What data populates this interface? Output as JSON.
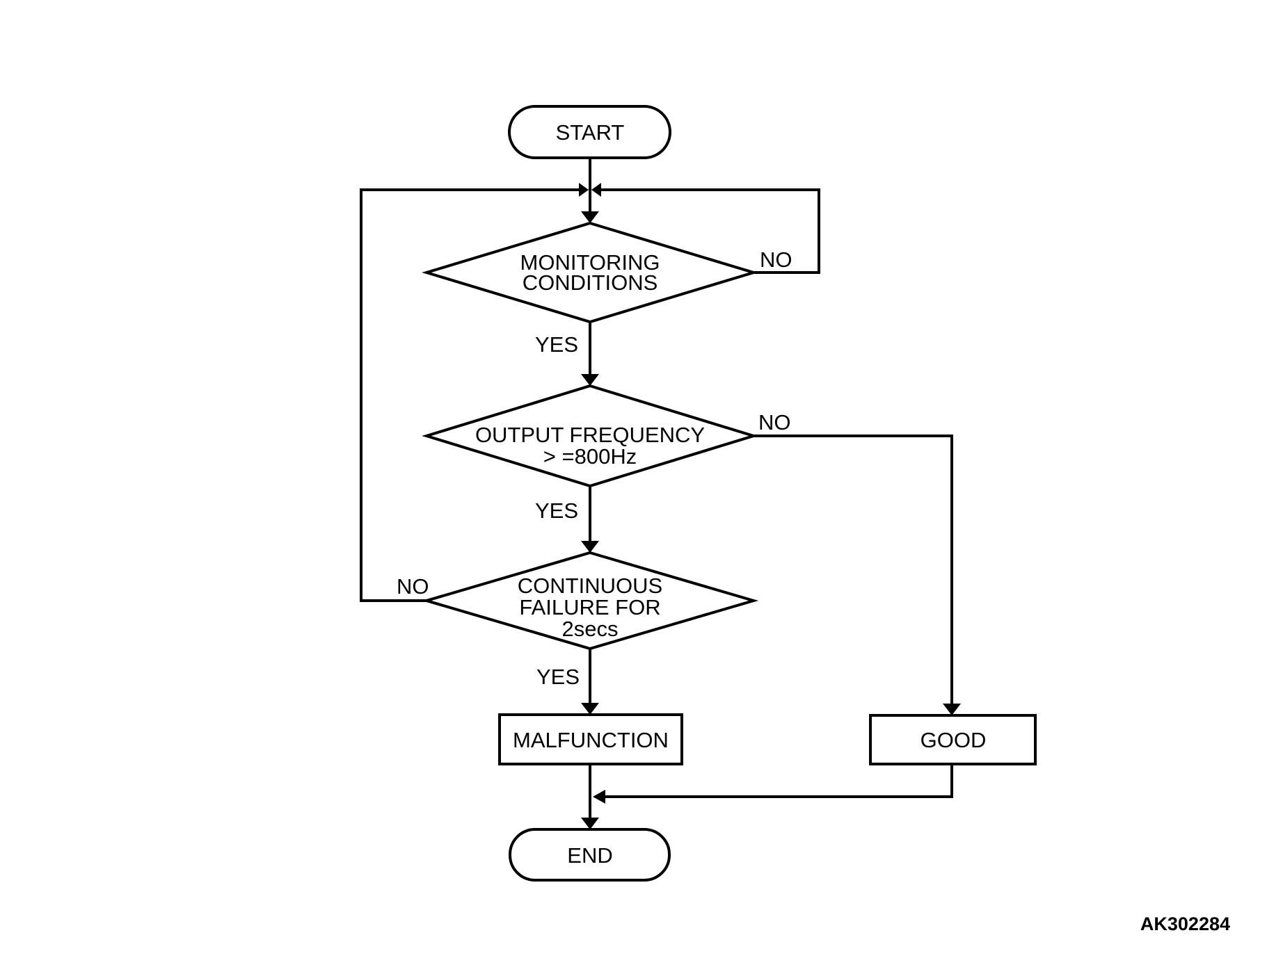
{
  "flowchart": {
    "nodes": {
      "start": {
        "label": "START"
      },
      "monitoring_conditions": {
        "line1": "MONITORING",
        "line2": "CONDITIONS"
      },
      "output_frequency": {
        "line1": "OUTPUT FREQUENCY",
        "line2": "> =800Hz"
      },
      "continuous_failure": {
        "line1": "CONTINUOUS",
        "line2": "FAILURE FOR",
        "line3": "2secs"
      },
      "malfunction": {
        "label": "MALFUNCTION"
      },
      "good": {
        "label": "GOOD"
      },
      "end": {
        "label": "END"
      }
    },
    "edge_labels": {
      "monitoring_no": "NO",
      "monitoring_yes": "YES",
      "frequency_no": "NO",
      "frequency_yes": "YES",
      "continuous_no": "NO",
      "continuous_yes": "YES"
    },
    "figure_code": "AK302284",
    "colors": {
      "line": "#000000",
      "text": "#000000",
      "background": "#ffffff"
    }
  }
}
